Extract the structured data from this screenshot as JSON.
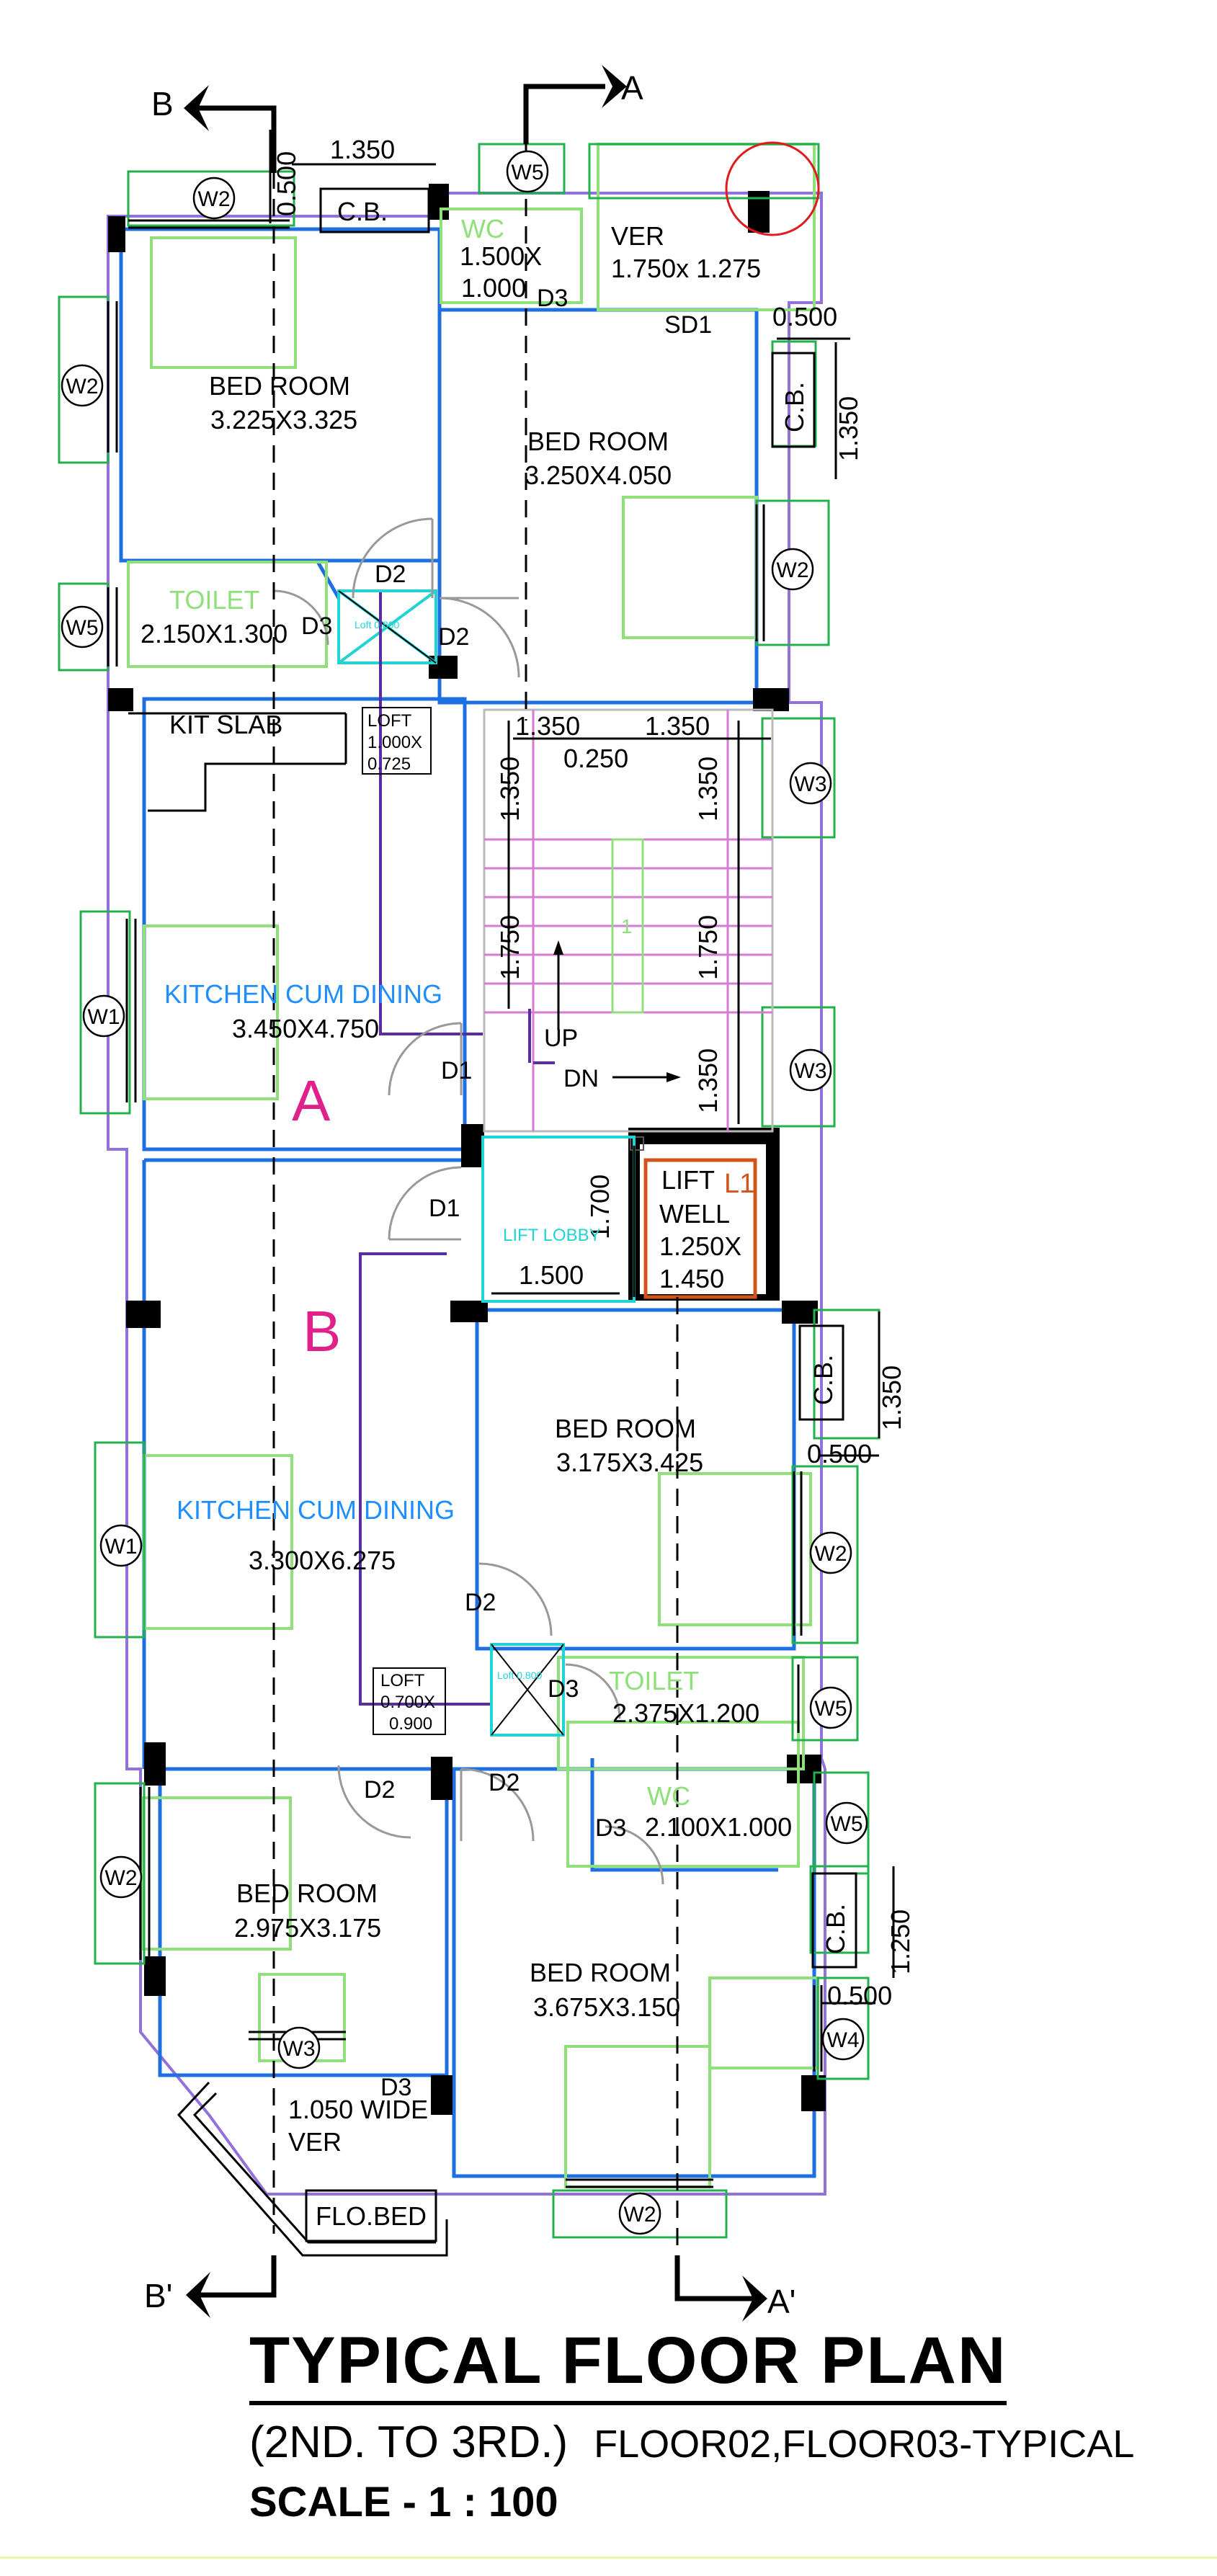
{
  "title": {
    "main": "TYPICAL FLOOR  PLAN",
    "floors_range": "(2ND. TO 3RD.)",
    "floors_label": "FLOOR02,FLOOR03-TYPICAL",
    "scale": "SCALE - 1 : 100"
  },
  "sections": {
    "b_top": "B",
    "a_top": "A",
    "b_bottom": "B'",
    "a_bottom": "A'"
  },
  "flats": {
    "a": "A",
    "b": "B"
  },
  "rooms": {
    "bed_tl_name": "BED ROOM",
    "bed_tl_size": "3.225X3.325",
    "bed_tr_name": "BED ROOM",
    "bed_tr_size": "3.250X4.050",
    "wc_top_name": "WC",
    "wc_top_size_1": "1.500X",
    "wc_top_size_2": "1.000",
    "ver_top_name": "VER",
    "ver_top_size": "1.750x 1.275",
    "toilet_top_name": "TOILET",
    "toilet_top_size": "2.150X1.300",
    "kit_slab": "KIT SLAB",
    "kitchen_a_name": "KITCHEN CUM DINING",
    "kitchen_a_size": "3.450X4.750",
    "lift_lobby": "LIFT LOBBY",
    "lift_well_1": "LIFT",
    "lift_well_2": "WELL",
    "lift_well_3": "1.250X",
    "lift_well_4": "1.450",
    "lift_tag": "L1",
    "kitchen_b_name": "KITCHEN CUM DINING",
    "kitchen_b_size": "3.300X6.275",
    "bed_mr_name": "BED ROOM",
    "bed_mr_size": "3.175X3.425",
    "toilet_b_name": "TOILET",
    "toilet_b_size": "2.375X1.200",
    "wc_b_name": "WC",
    "wc_b_size": "2.100X1.000",
    "bed_bl_name": "BED ROOM",
    "bed_bl_size": "2.975X3.175",
    "bed_br_name": "BED ROOM",
    "bed_br_size": "3.675X3.150",
    "ver_bot_1": "1.050 WIDE",
    "ver_bot_2": "VER",
    "flo_bed": "FLO.BED",
    "loft_a_1": "LOFT",
    "loft_a_2": "1.000X",
    "loft_a_3": "0.725",
    "loft_b_1": "LOFT",
    "loft_b_2": "0.700X",
    "loft_b_3": "0.900",
    "loft_small": "Loft 0.800"
  },
  "stair": {
    "up": "UP",
    "dn": "DN",
    "mark": "1"
  },
  "doors": {
    "d1": "D1",
    "d2": "D2",
    "d3": "D3",
    "sd1": "SD1"
  },
  "windows": {
    "w1": "W1",
    "w2": "W2",
    "w3": "W3",
    "w4": "W4",
    "w5": "W5"
  },
  "cb": "C.B.",
  "dims": {
    "d1350": "1.350",
    "d0500": "0.500",
    "d0250": "0.250",
    "d1750": "1.750",
    "d1700": "1.700",
    "d1500": "1.500",
    "d1250": "1.250"
  },
  "colors": {
    "wall_blue": "#1e6fe0",
    "outline_purple": "#9370db",
    "window_green": "#22b14c",
    "light_green": "#8fe07a",
    "cyan": "#22d3d3",
    "magenta": "#e0218a",
    "kitchen_blue": "#1f8fff",
    "pipe": "#5b2ca0",
    "lift_orange": "#d2541a",
    "marker_red": "#e01b1b"
  }
}
